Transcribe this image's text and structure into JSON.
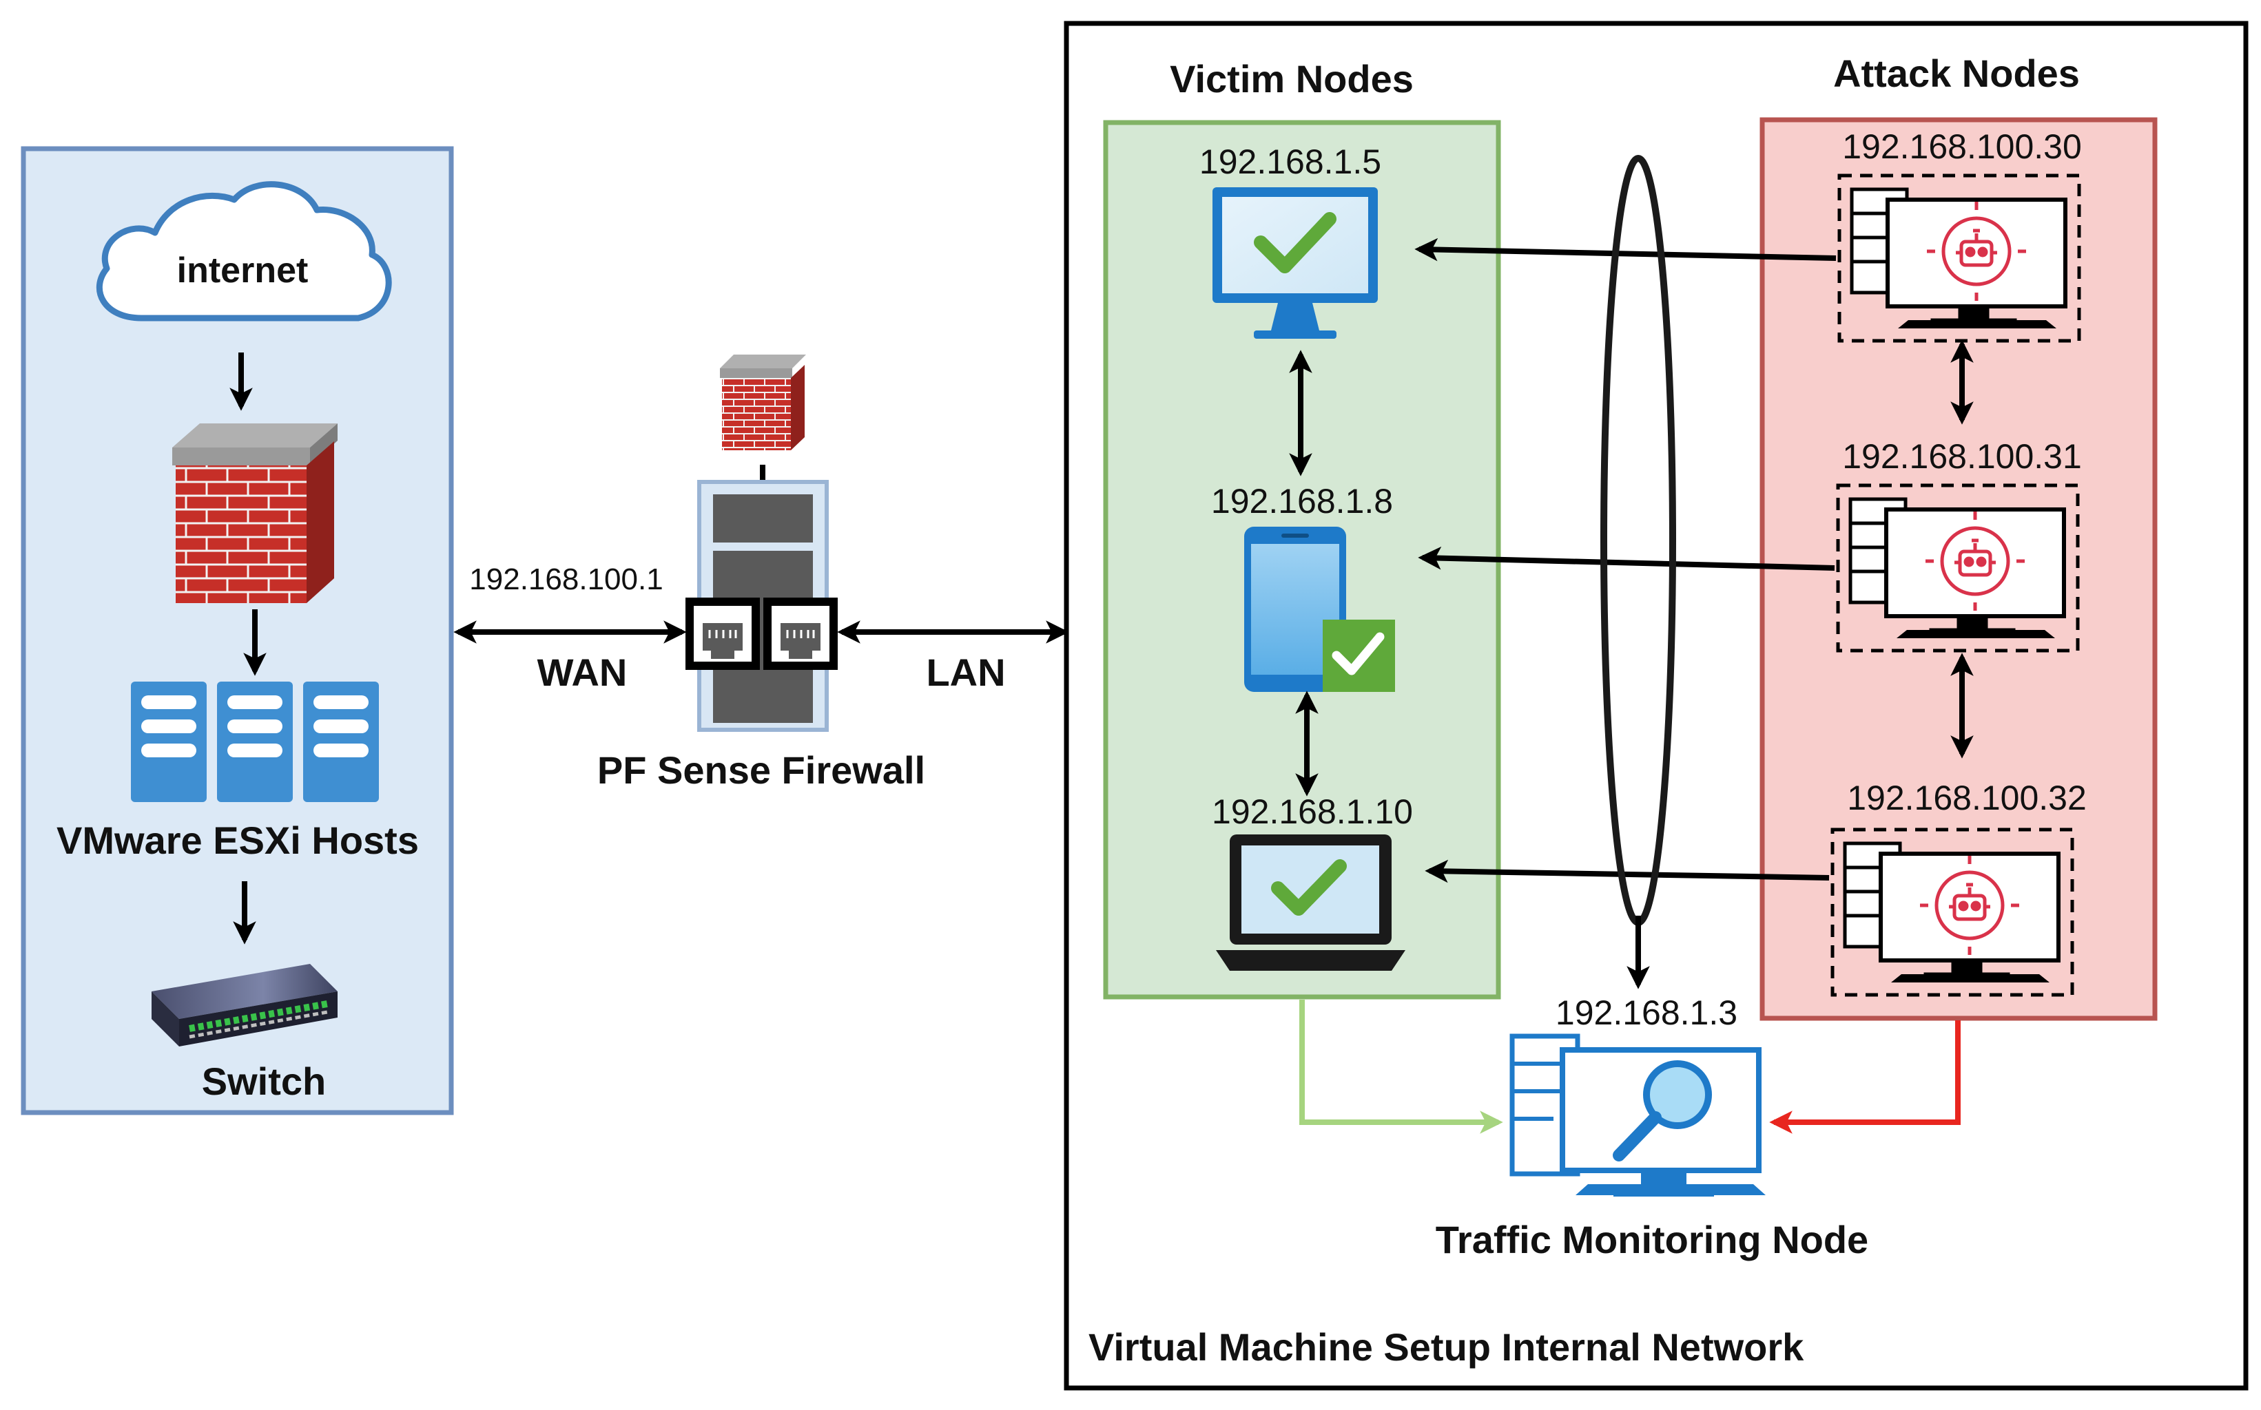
{
  "external": {
    "cloud_label": "internet",
    "hosts_label": "VMware ESXi Hosts",
    "switch_label": "Switch"
  },
  "firewall": {
    "wan_ip": "192.168.100.1",
    "wan_label": "WAN",
    "lan_label": "LAN",
    "name": "PF Sense Firewall"
  },
  "internal": {
    "title": "Virtual Machine Setup Internal Network",
    "victim_group_title": "Victim Nodes",
    "attack_group_title": "Attack Nodes",
    "victims": [
      {
        "ip": "192.168.1.5",
        "device": "desktop-monitor"
      },
      {
        "ip": "192.168.1.8",
        "device": "tablet"
      },
      {
        "ip": "192.168.1.10",
        "device": "laptop"
      }
    ],
    "attackers": [
      {
        "ip": "192.168.100.30"
      },
      {
        "ip": "192.168.100.31"
      },
      {
        "ip": "192.168.100.32"
      }
    ],
    "monitor": {
      "ip": "192.168.1.3",
      "label": "Traffic Monitoring Node"
    }
  },
  "colors": {
    "external_fill": "#dce9f6",
    "external_stroke": "#6c8ebf",
    "victim_fill": "#d5e8d4",
    "victim_stroke": "#82b366",
    "attack_fill": "#f8cecc",
    "attack_stroke": "#b85450",
    "check_green": "#5fa93a",
    "robot_red": "#d9324a",
    "red_link": "#e8261f",
    "green_link": "#a6d47f"
  }
}
